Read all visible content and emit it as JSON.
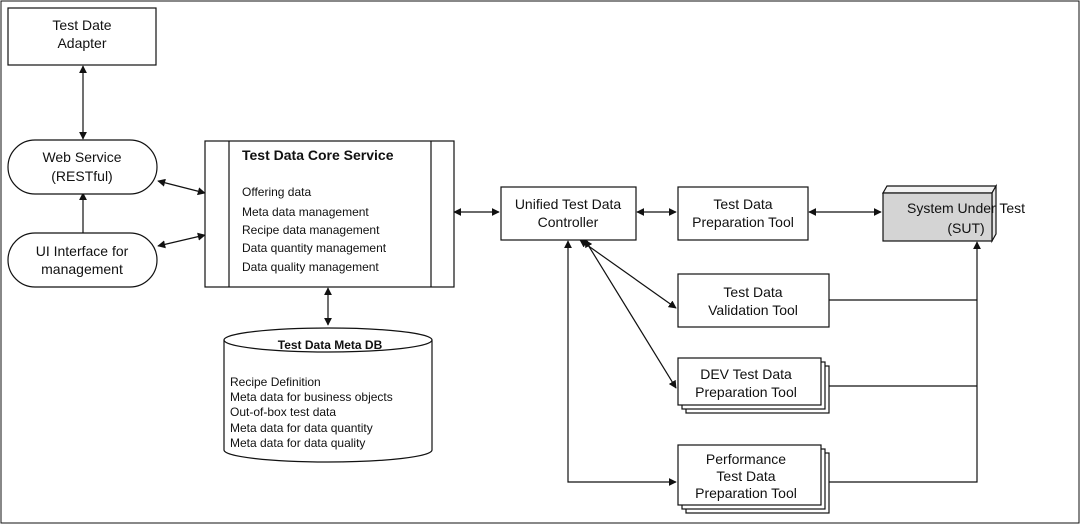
{
  "nodes": {
    "adapter": {
      "lines": [
        "Test Date",
        "Adapter"
      ]
    },
    "web_service": {
      "lines": [
        "Web Service",
        "(RESTful)"
      ]
    },
    "ui_interface": {
      "lines": [
        "UI Interface for",
        "management"
      ]
    },
    "core_service": {
      "title": "Test Data Core Service",
      "items": [
        "Offering data",
        "Meta data management",
        "Recipe data management",
        "Data quantity management",
        "Data quality management"
      ]
    },
    "meta_db": {
      "title": "Test Data Meta DB",
      "items": [
        "Recipe Definition",
        "Meta data for business objects",
        "Out-of-box test data",
        "Meta data for data quantity",
        "Meta data for data quality"
      ]
    },
    "controller": {
      "lines": [
        "Unified Test Data",
        "Controller"
      ]
    },
    "prep_tool": {
      "lines": [
        "Test Data",
        "Preparation Tool"
      ]
    },
    "sut": {
      "lines": [
        "System Under Test",
        "(SUT)"
      ],
      "fill": "#d4d4d4"
    },
    "validation_tool": {
      "lines": [
        "Test Data",
        "Validation Tool"
      ]
    },
    "dev_tool": {
      "lines": [
        "DEV Test Data",
        "Preparation Tool"
      ]
    },
    "perf_tool": {
      "lines": [
        "Performance",
        "Test Data",
        "Preparation Tool"
      ]
    }
  },
  "colors": {
    "stroke": "#111111",
    "background": "#ffffff",
    "sut_fill": "#d4d4d4"
  }
}
